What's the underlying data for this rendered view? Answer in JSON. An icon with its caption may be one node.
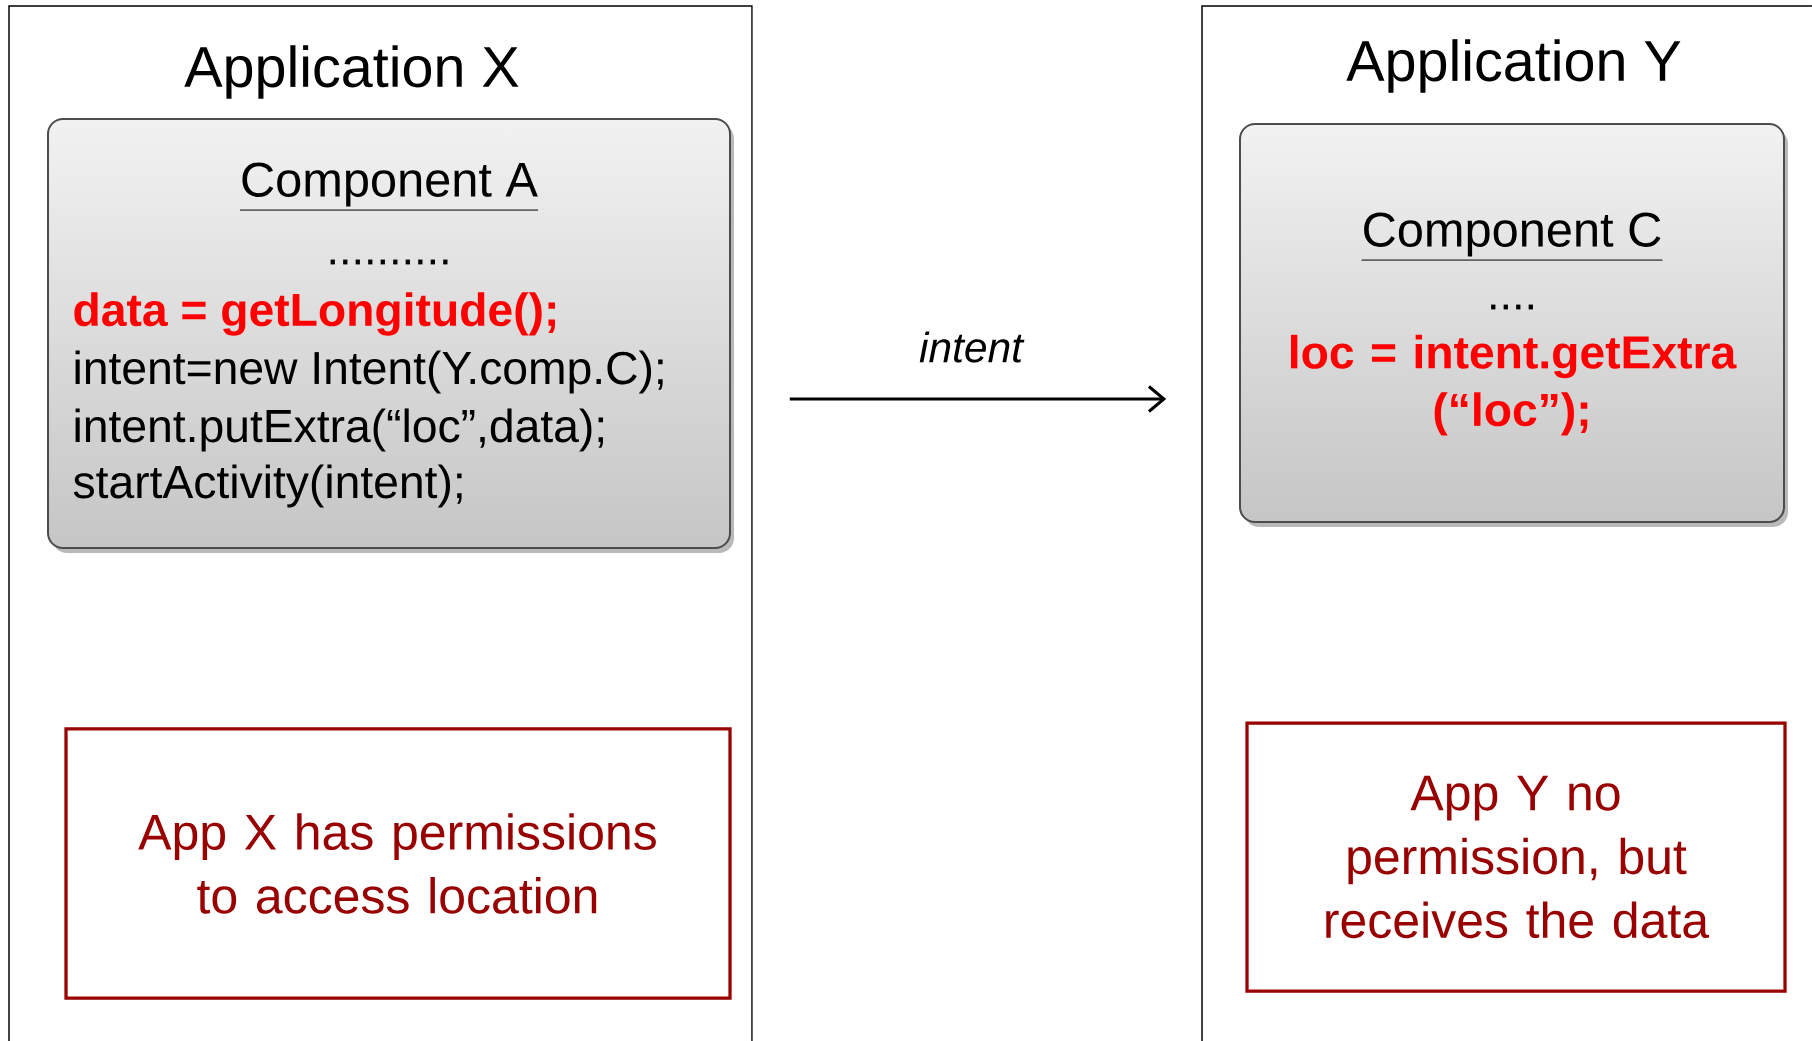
{
  "diagram": {
    "nodes": [
      {
        "text": [
          "Application X"
        ]
      },
      {
        "text": [
          "Component A",
          "..........",
          "data = getLongitude();",
          "intent=new Intent(Y.comp.C);",
          "intent.putExtra(“loc”,data);",
          "startActivity(intent);"
        ],
        "in": 0
      },
      {
        "text": [
          "App X has permissions to access location"
        ],
        "in": 0
      },
      {
        "text": [
          "Application Y"
        ]
      },
      {
        "text": [
          "Component C",
          "....",
          "loc = intent.getExtra (“loc”);"
        ],
        "in": 3
      },
      {
        "text": [
          "App Y no permission, but receives the data"
        ],
        "in": 3
      }
    ],
    "edges": [
      {
        "from": 0,
        "to": 3,
        "arrow": "to",
        "label": "intent"
      }
    ]
  }
}
